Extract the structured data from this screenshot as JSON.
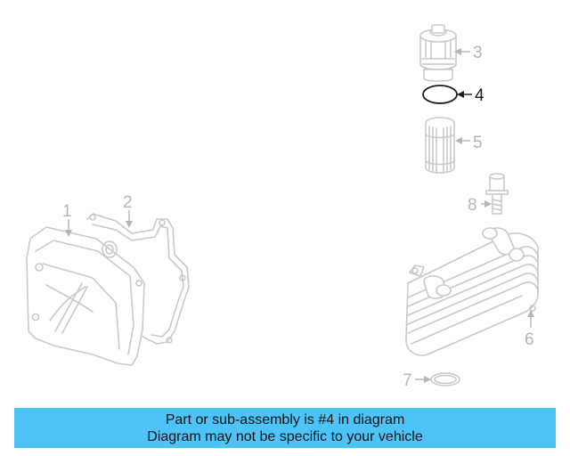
{
  "callouts": {
    "c1": "1",
    "c2": "2",
    "c3": "3",
    "c4": "4",
    "c5": "5",
    "c6": "6",
    "c7": "7",
    "c8": "8"
  },
  "banner": {
    "line1": "Part or sub-assembly is #4 in diagram",
    "line2": "Diagram may not be specific to your vehicle",
    "color": "#4dc3f7"
  },
  "highlight_color": "#1a1a1a",
  "part_line_color": "#c9c9c9"
}
